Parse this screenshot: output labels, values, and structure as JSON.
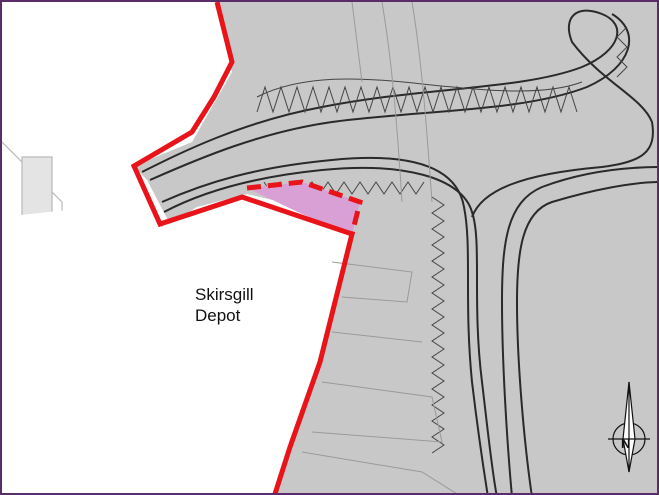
{
  "map": {
    "site_name_line1": "Skirsgill",
    "site_name_line2": "Depot",
    "north_label": "N"
  },
  "colors": {
    "frame": "#5a2d6a",
    "landscape": "#c8c8c8",
    "red_boundary": "#e8141a",
    "highlight_area": "#d9a0d6",
    "road_lines": "#2a2a2a",
    "building_lines": "#b8b8b8"
  },
  "legend": {
    "icons": [
      "north-arrow-icon"
    ]
  }
}
